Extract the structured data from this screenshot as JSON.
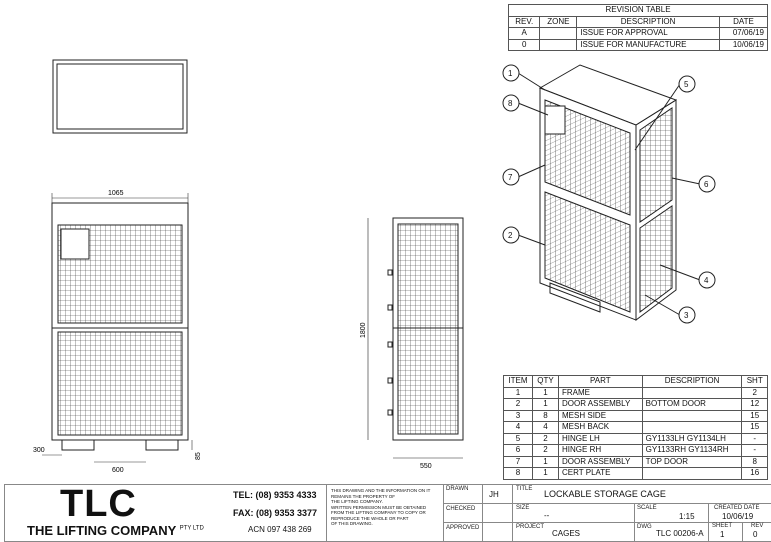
{
  "revision_table": {
    "title": "REVISION TABLE",
    "headers": [
      "REV.",
      "ZONE",
      "DESCRIPTION",
      "DATE"
    ],
    "rows": [
      {
        "rev": "A",
        "zone": "",
        "description": "ISSUE FOR APPROVAL",
        "date": "07/06/19"
      },
      {
        "rev": "0",
        "zone": "",
        "description": "ISSUE FOR MANUFACTURE",
        "date": "10/06/19"
      }
    ]
  },
  "dimensions": {
    "width": "1065",
    "height": "1800",
    "depth": "550",
    "foot_offset": "300",
    "foot_spacing": "600",
    "foot_height": "85"
  },
  "balloons": [
    "1",
    "2",
    "3",
    "4",
    "5",
    "6",
    "7",
    "8"
  ],
  "parts_table": {
    "headers": [
      "ITEM",
      "QTY",
      "PART",
      "DESCRIPTION",
      "SHT"
    ],
    "rows": [
      {
        "item": "1",
        "qty": "1",
        "part": "FRAME",
        "description": "",
        "sht": "2"
      },
      {
        "item": "2",
        "qty": "1",
        "part": "DOOR ASSEMBLY",
        "description": "BOTTOM DOOR",
        "sht": "12"
      },
      {
        "item": "3",
        "qty": "8",
        "part": "MESH SIDE",
        "description": "",
        "sht": "15"
      },
      {
        "item": "4",
        "qty": "4",
        "part": "MESH BACK",
        "description": "",
        "sht": "15"
      },
      {
        "item": "5",
        "qty": "2",
        "part": "HINGE LH",
        "description": "GY1133LH GY1134LH",
        "sht": "-"
      },
      {
        "item": "6",
        "qty": "2",
        "part": "HINGE RH",
        "description": "GY1133RH GY1134RH",
        "sht": "-"
      },
      {
        "item": "7",
        "qty": "1",
        "part": "DOOR ASSEMBLY",
        "description": "TOP DOOR",
        "sht": "8"
      },
      {
        "item": "8",
        "qty": "1",
        "part": "CERT PLATE",
        "description": "",
        "sht": "16"
      }
    ]
  },
  "company": {
    "logo": "TLC",
    "name": "THE LIFTING COMPANY",
    "suffix": "PTY LTD",
    "tel": "TEL: (08) 9353 4333",
    "fax": "FAX: (08) 9353 3377",
    "acn": "ACN 097 438 269",
    "notice": [
      "THIS DRAWING AND THE INFORMATION ON IT",
      "REMAINS THE PROPERTY OF",
      "THE LIFTING COMPANY.",
      "WRITTEN PERMISSION MUST BE OBTAINED",
      "FROM THE LIFTING COMPANY TO COPY OR",
      "REPRODUCE THE WHOLE OR PART",
      "OF THIS DRAWING."
    ]
  },
  "title_block": {
    "drawn_label": "DRAWN",
    "drawn": "JH",
    "checked_label": "CHECKED",
    "approved_label": "APPROVED",
    "title_label": "TITLE",
    "title": "LOCKABLE STORAGE CAGE",
    "size_label": "SIZE",
    "size": "--",
    "scale_label": "SCALE",
    "scale": "1:15",
    "created_label": "CREATED DATE",
    "created": "10/06/19",
    "project_label": "PROJECT",
    "project": "CAGES",
    "dwg_label": "DWG",
    "dwg": "TLC 00206-A",
    "sheet_label": "SHEET",
    "sheet": "1",
    "rev_label": "REV",
    "rev": "0"
  }
}
